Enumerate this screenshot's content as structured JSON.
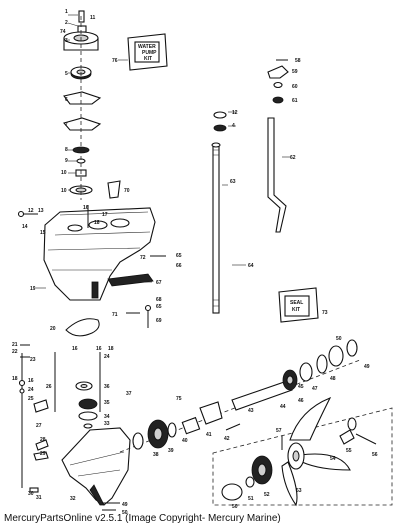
{
  "diagram": {
    "kit_labels": {
      "upper": [
        "WATER",
        "PUMP",
        "KIT"
      ],
      "lower": [
        "SEAL",
        "KIT"
      ]
    },
    "callouts": [
      "1",
      "2",
      "3",
      "4",
      "5",
      "6",
      "7",
      "8",
      "9",
      "10",
      "11",
      "12",
      "13",
      "14",
      "15",
      "16",
      "17",
      "18",
      "19",
      "20",
      "21",
      "22",
      "23",
      "24",
      "25",
      "26",
      "27",
      "28",
      "29",
      "30",
      "31",
      "32",
      "33",
      "34",
      "35",
      "36",
      "37",
      "38",
      "39",
      "40",
      "41",
      "42",
      "43",
      "44",
      "45",
      "46",
      "47",
      "48",
      "49",
      "50",
      "51",
      "52",
      "53",
      "54",
      "55",
      "56",
      "57",
      "58",
      "59",
      "60",
      "61",
      "62",
      "63",
      "64",
      "65",
      "66",
      "67",
      "68",
      "69",
      "70",
      "71",
      "72",
      "73",
      "74",
      "75",
      "76"
    ]
  },
  "footer": {
    "caption": "MercuryPartsOnline v2.5.1 (Image Copyright- Mercury Marine)"
  }
}
